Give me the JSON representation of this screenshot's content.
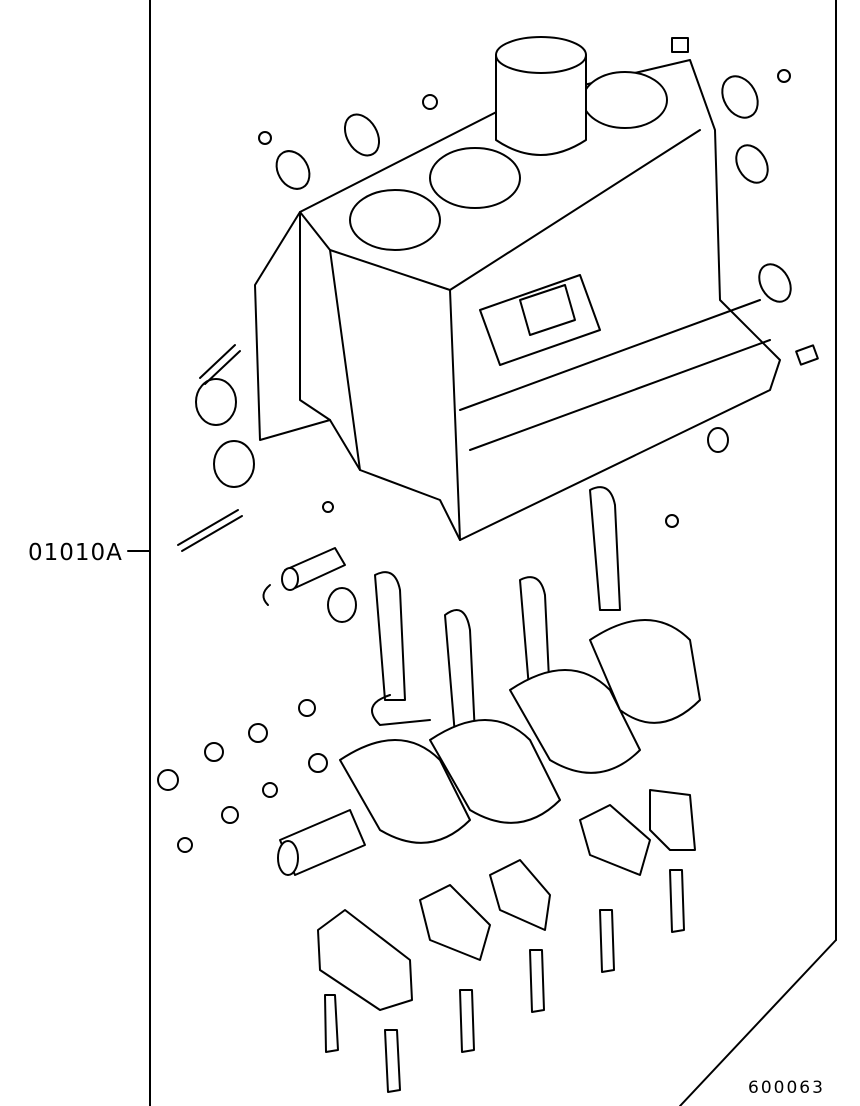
{
  "callout": {
    "part_number": "01010A"
  },
  "diagram": {
    "code": "600063",
    "subject": "engine-short-block-exploded-view"
  }
}
